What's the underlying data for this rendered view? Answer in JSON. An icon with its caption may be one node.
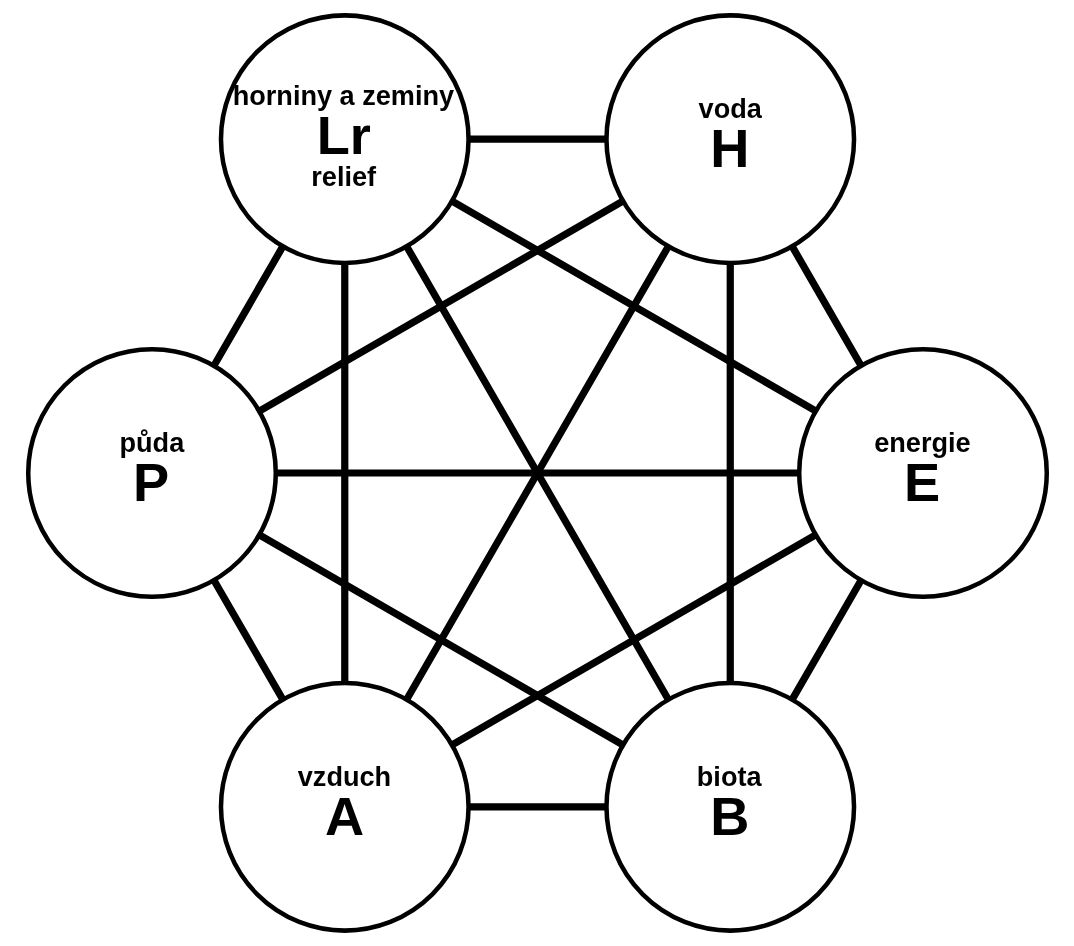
{
  "diagram": {
    "nodes": [
      {
        "text": [
          "biota",
          "B"
        ]
      },
      {
        "text": [
          "vzduch",
          "A"
        ]
      },
      {
        "text": [
          "energie",
          "E"
        ]
      },
      {
        "text": [
          "voda",
          "H"
        ]
      },
      {
        "text": [
          "půda",
          "P"
        ]
      },
      {
        "text": [
          "horniny a zeminy",
          "Lr",
          "relief"
        ]
      }
    ],
    "edges": [
      {
        "from": 0,
        "to": 1,
        "arrow": "none"
      },
      {
        "from": 0,
        "to": 2,
        "arrow": "none"
      },
      {
        "from": 0,
        "to": 3,
        "arrow": "none"
      },
      {
        "from": 0,
        "to": 4,
        "arrow": "none"
      },
      {
        "from": 0,
        "to": 5,
        "arrow": "none"
      },
      {
        "from": 1,
        "to": 2,
        "arrow": "none"
      },
      {
        "from": 1,
        "to": 3,
        "arrow": "none"
      },
      {
        "from": 1,
        "to": 4,
        "arrow": "none"
      },
      {
        "from": 1,
        "to": 5,
        "arrow": "none"
      },
      {
        "from": 2,
        "to": 3,
        "arrow": "none"
      },
      {
        "from": 2,
        "to": 4,
        "arrow": "none"
      },
      {
        "from": 2,
        "to": 5,
        "arrow": "none"
      },
      {
        "from": 3,
        "to": 4,
        "arrow": "none"
      },
      {
        "from": 3,
        "to": 5,
        "arrow": "none"
      },
      {
        "from": 4,
        "to": 5,
        "arrow": "none"
      }
    ]
  }
}
